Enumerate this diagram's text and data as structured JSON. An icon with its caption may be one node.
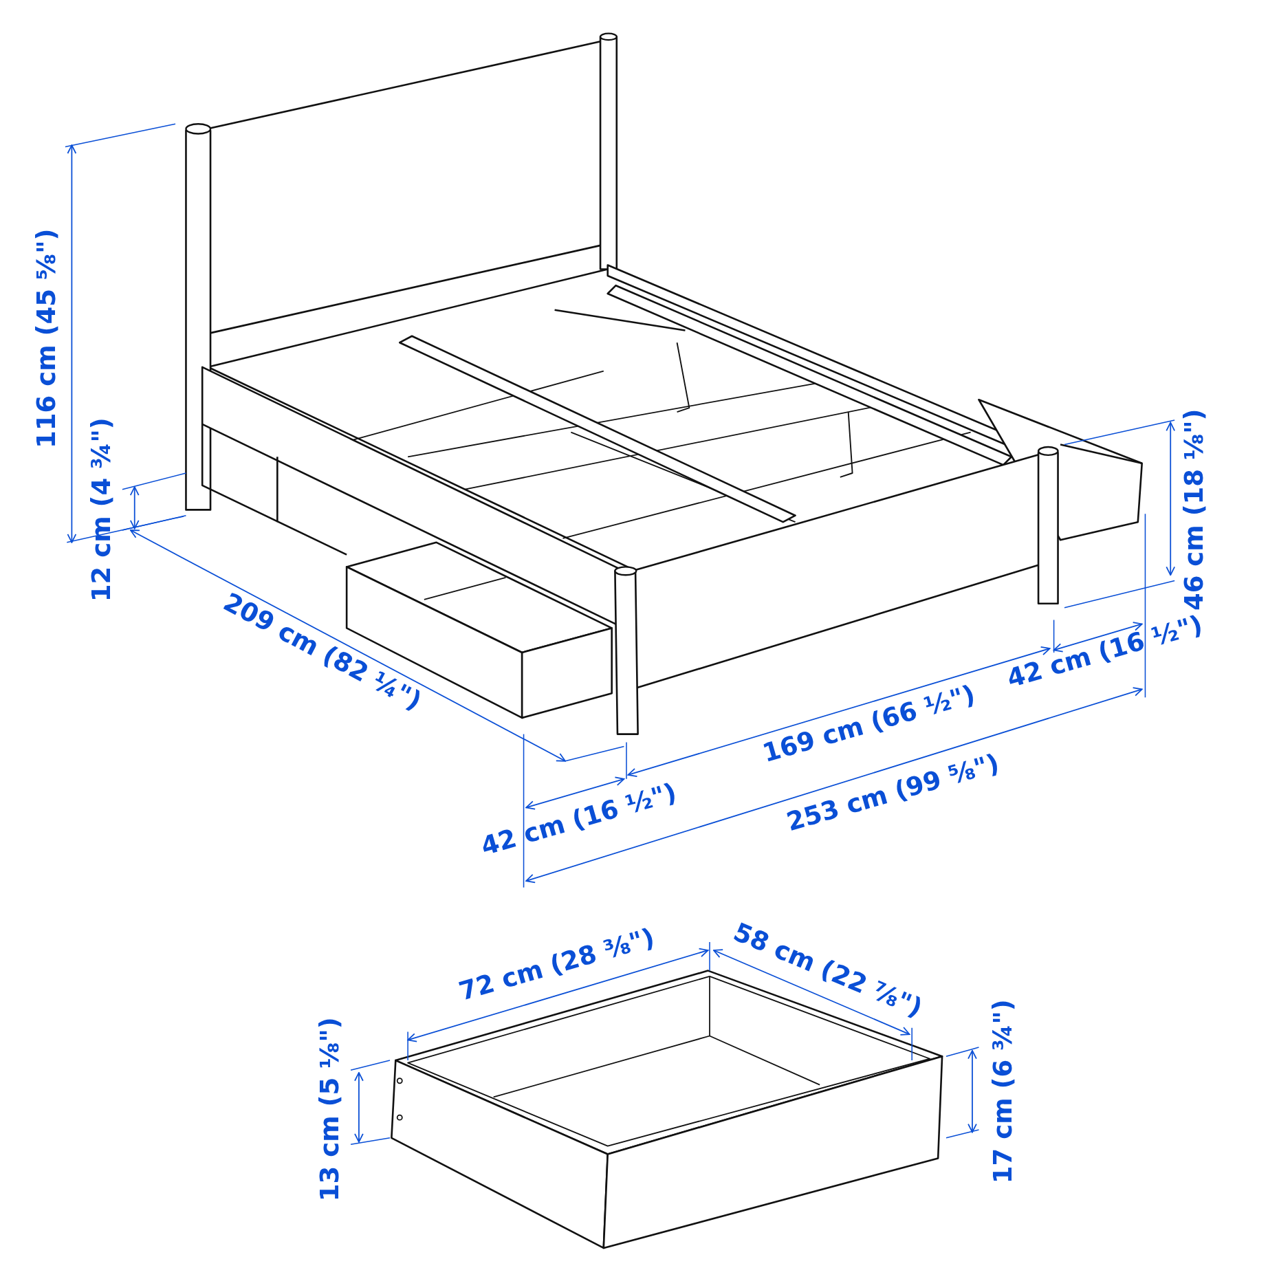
{
  "diagram": {
    "labels": [
      "116 cm (45 ⅝\")",
      "12 cm (4 ¾\")",
      "46 cm (18 ⅛\")",
      "209 cm (82 ¼\")",
      "42 cm (16 ½\")",
      "169 cm (66 ½\")",
      "253 cm (99 ⅝\")",
      "42 cm (16 ½\")",
      "72 cm (28 ⅜\")",
      "58 cm (22 ⅞\")",
      "13 cm (5 ⅛\")",
      "17 cm (6 ¾\")"
    ]
  }
}
